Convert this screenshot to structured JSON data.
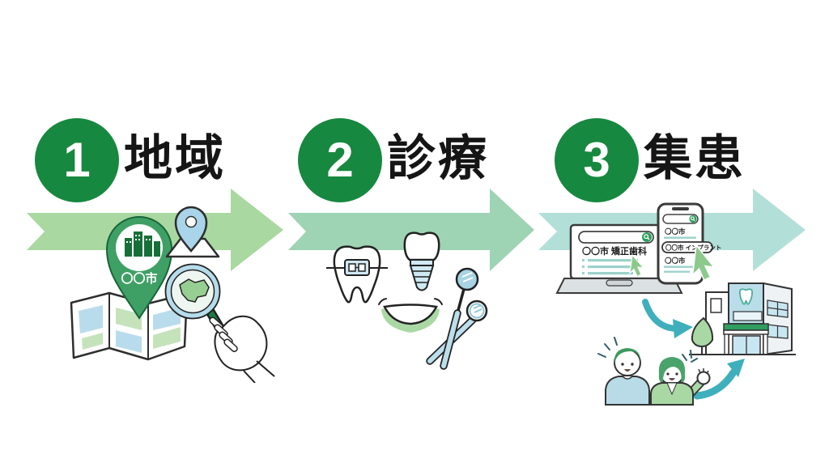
{
  "steps": [
    {
      "number": "1",
      "label": "地域"
    },
    {
      "number": "2",
      "label": "診療"
    },
    {
      "number": "3",
      "label": "集患"
    }
  ],
  "step1_illustration": {
    "pin_label": "〇〇市",
    "icons": [
      "city-map-pin-icon",
      "location-pin-icon",
      "folded-map-icon",
      "magnifier-hand-icon"
    ]
  },
  "step2_illustration": {
    "icons": [
      "tooth-braces-icon",
      "dental-implant-icon",
      "smile-icon",
      "dental-mirrors-icon"
    ]
  },
  "step3_illustration": {
    "laptop_search_query": "〇〇市 矯正歯科",
    "phone_search_item_1": "〇〇市",
    "phone_search_item_2": "〇〇市 インプラント",
    "phone_search_item_3": "〇〇市",
    "icons": [
      "laptop-search-icon",
      "smartphone-search-icon",
      "cursor-icon",
      "clinic-building-icon",
      "patients-icon",
      "curved-arrow-icon"
    ]
  },
  "colors": {
    "step_circle_green": "#17883f",
    "arrow_1": "#a9d8a0",
    "arrow_2": "#9ed3b4",
    "arrow_3": "#b3dfd9",
    "accent_teal": "#3fafbc",
    "pin_green": "#3fa065",
    "search_button_green": "#2f9e5f",
    "light_blue": "#b9dcec",
    "light_green": "#c5e3bb"
  }
}
